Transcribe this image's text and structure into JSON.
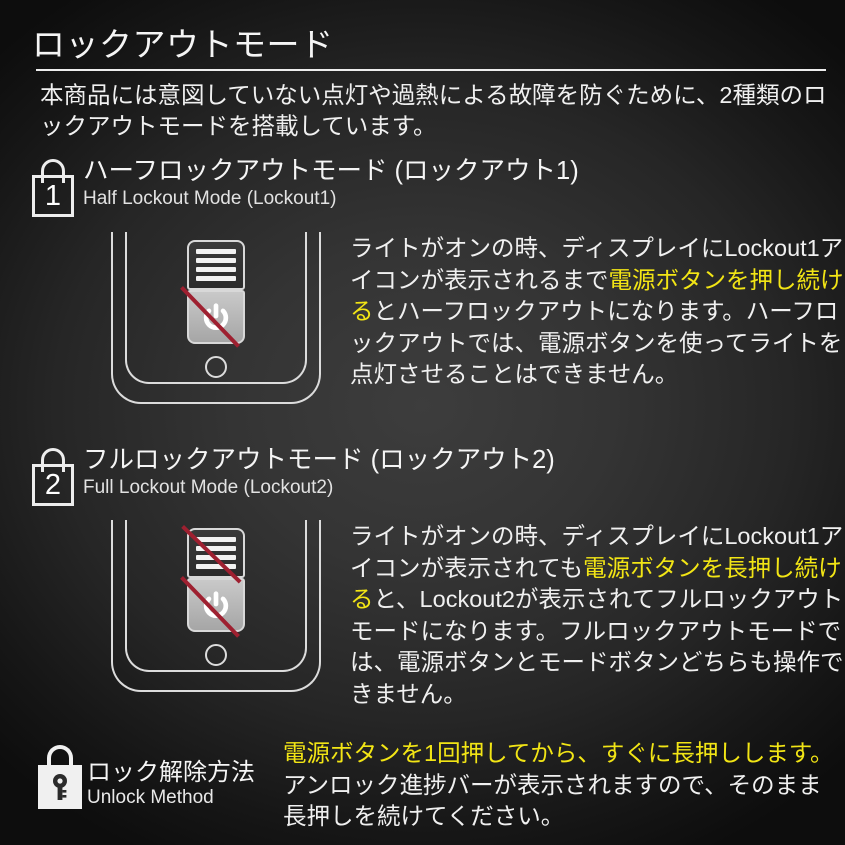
{
  "page": {
    "title": "ロックアウトモード",
    "intro": "本商品には意図していない点灯や過熱による故障を防ぐために、2種類のロックアウトモードを搭載しています。"
  },
  "colors": {
    "highlight": "#f2e515",
    "strike": "#9e2030",
    "text": "#f0f0f0",
    "background_center": "#3d3d3d",
    "background_edge": "#0d0d0d"
  },
  "sections": [
    {
      "number": "1",
      "icon": "numbered-padlock-icon",
      "title_jp": "ハーフロックアウトモード (ロックアウト1)",
      "title_en": "Half Lockout Mode (Lockout1)",
      "device": {
        "mode_button_disabled": false,
        "power_button_disabled": true,
        "mode_button_bars": 4
      },
      "body": [
        {
          "text": "ライトがオンの時、ディスプレイにLockout1",
          "highlight": false
        },
        {
          "text": "アイコンが表示されるまで",
          "highlight": false
        },
        {
          "text": "電源ボタンを押し",
          "highlight": true
        },
        {
          "text": "続ける",
          "highlight": true
        },
        {
          "text": "とハーフロックアウトになります。",
          "highlight": false
        },
        {
          "text": "ハーフロックアウトでは、電源ボタンを使って",
          "highlight": false
        },
        {
          "text": "ライトを点灯させることはできません。",
          "highlight": false
        }
      ]
    },
    {
      "number": "2",
      "icon": "numbered-padlock-icon",
      "title_jp": "フルロックアウトモード (ロックアウト2)",
      "title_en": "Full Lockout Mode (Lockout2)",
      "device": {
        "mode_button_disabled": true,
        "power_button_disabled": true,
        "mode_button_bars": 4
      },
      "body": [
        {
          "text": "ライトがオンの時、ディスプレイにLockout1",
          "highlight": false
        },
        {
          "text": "アイコンが表示されても",
          "highlight": false
        },
        {
          "text": "電源ボタンを長押し",
          "highlight": true
        },
        {
          "text": "続ける",
          "highlight": true
        },
        {
          "text": "と、Lockout2が表示されてフルロック",
          "highlight": false
        },
        {
          "text": "アウトモードになります。",
          "highlight": false
        },
        {
          "text": "フルロックアウトモードでは、電源ボタンと",
          "highlight": false
        },
        {
          "text": "モードボタンどちらも操作できません。",
          "highlight": false
        }
      ]
    }
  ],
  "unlock": {
    "icon": "padlock-keyhole-icon",
    "title_jp": "ロック解除方法",
    "title_en": "Unlock Method",
    "body": [
      {
        "text": "電源ボタンを1回押してから、すぐに長押しします。",
        "highlight": true
      },
      {
        "text": "アンロック進捗バーが表示されますので、そのまま",
        "highlight": false
      },
      {
        "text": "長押しを続けてください。",
        "highlight": false
      }
    ]
  }
}
